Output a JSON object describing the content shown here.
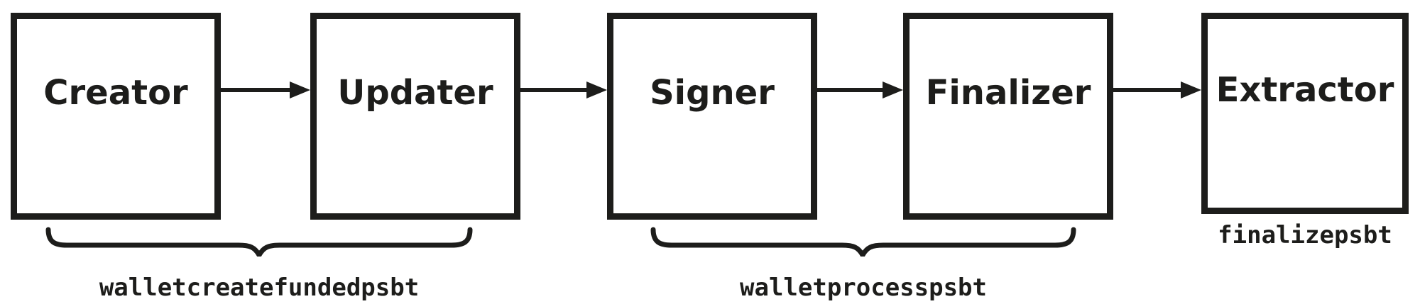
{
  "colors": {
    "ink": "#1d1d1b",
    "background": "#ffffff"
  },
  "boxes": [
    {
      "label": "Creator"
    },
    {
      "label": "Updater"
    },
    {
      "label": "Signer"
    },
    {
      "label": "Finalizer"
    },
    {
      "label": "Extractor"
    }
  ],
  "annotations": {
    "creator_updater_group": "walletcreatefundedpsbt",
    "signer_finalizer_group": "walletprocesspsbt",
    "extractor_note": "finalizepsbt"
  }
}
